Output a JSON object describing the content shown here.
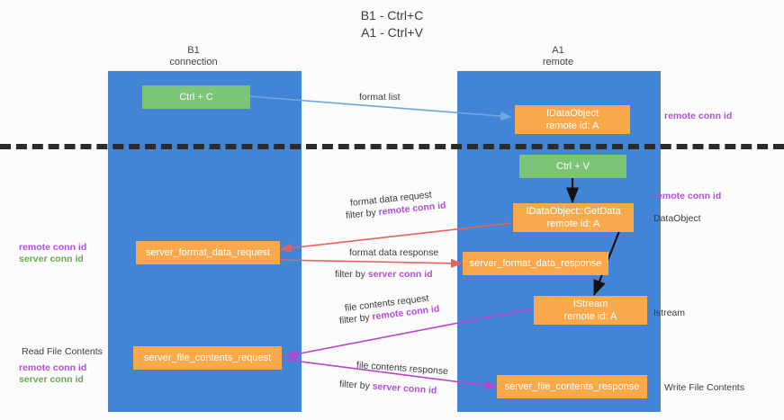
{
  "title": "B1 - Ctrl+C\nA1 - Ctrl+V",
  "lanes": [
    {
      "id": "b1",
      "title": "B1\nconnection",
      "color": "#4285d6"
    },
    {
      "id": "a1",
      "title": "A1\nremote",
      "color": "#4285d6"
    }
  ],
  "nodes": {
    "ctrl_c": "Ctrl + C",
    "idataobject": "IDataObject\nremote id: A",
    "ctrl_v": "Ctrl + V",
    "getdata": "IDataObject::GetData\nremote id: A",
    "server_format_data_request": "server_format_data_request",
    "server_format_data_response": "server_format_data_response",
    "istream": "IStream\nremote id: A",
    "server_file_contents_request": "server_file_contents_request",
    "server_file_contents_response": "server_file_contents_response"
  },
  "edge_labels": {
    "format_list": "format list",
    "format_data_request": "format data request",
    "format_data_request_filter_prefix": "filter by ",
    "format_data_request_filter_key": "remote conn id",
    "format_data_response": "format data response",
    "format_data_response_filter_prefix": "filter by ",
    "format_data_response_filter_key": "server conn id",
    "file_contents_request": "file contents request",
    "file_contents_request_filter_prefix": "filter by ",
    "file_contents_request_filter_key": "remote conn id",
    "file_contents_response": "file contents response",
    "file_contents_response_filter_prefix": "filter by ",
    "file_contents_response_filter_key": "server conn id"
  },
  "side_labels": {
    "right_remote_conn_id_top": "remote conn id",
    "right_remote_conn_id_mid": "remote conn id",
    "right_dataobject": "DataObject",
    "right_istream": "Istream",
    "right_write_file_contents": "Write File Contents",
    "left_remote_conn_id": "remote conn id",
    "left_server_conn_id": "server conn id",
    "left_read_file_contents": "Read File Contents",
    "left_remote_conn_id_2": "remote conn id",
    "left_server_conn_id_2": "server conn id"
  },
  "colors": {
    "lane": "#4285d6",
    "green_node": "#7cc576",
    "orange_node": "#f9a94c",
    "purple_key": "#b14fd8",
    "green_key": "#6aa84f",
    "arrow_blue": "#6fa8dc",
    "arrow_red": "#e8615a",
    "arrow_magenta": "#c040d0",
    "arrow_black": "#111111",
    "divider": "#2b2b2b"
  }
}
